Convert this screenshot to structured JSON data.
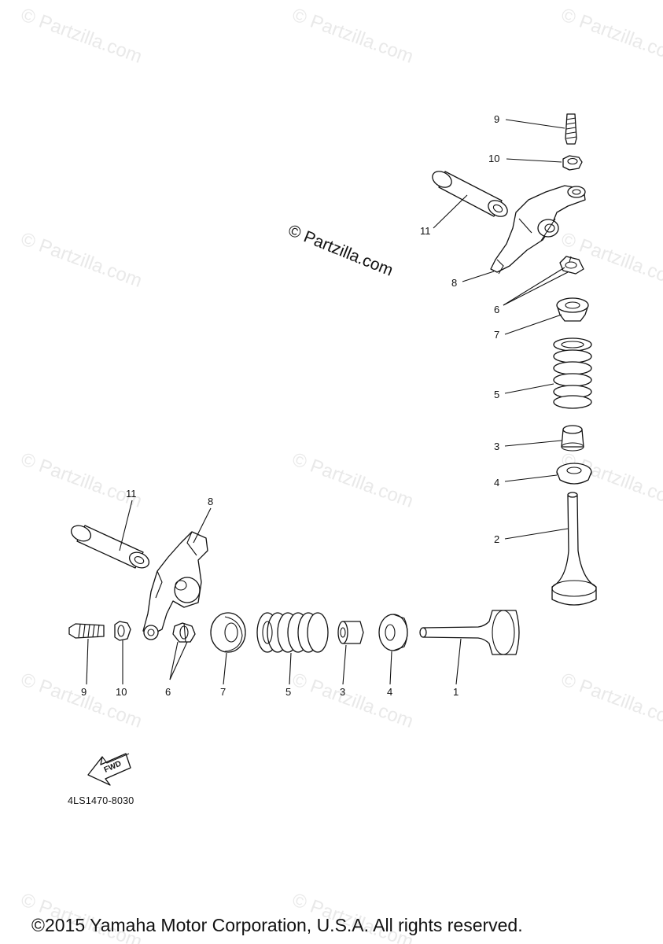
{
  "watermark": {
    "text": "© Partzilla.com"
  },
  "center_watermark": {
    "text": "© Partzilla.com"
  },
  "callouts": {
    "right": [
      "9",
      "10",
      "11",
      "8",
      "6",
      "7",
      "5",
      "3",
      "4",
      "2"
    ],
    "left_top": [
      "11",
      "8"
    ],
    "left_bottom": [
      "9",
      "10",
      "6",
      "7",
      "5",
      "3",
      "4",
      "1"
    ]
  },
  "fwd_label": "FWD",
  "catalog_code": "4LS1470-8030",
  "copyright": "©2015 Yamaha Motor Corporation, U.S.A. All rights reserved.",
  "colors": {
    "line": "#111111",
    "watermark": "#e9e9e9",
    "background": "#ffffff"
  }
}
